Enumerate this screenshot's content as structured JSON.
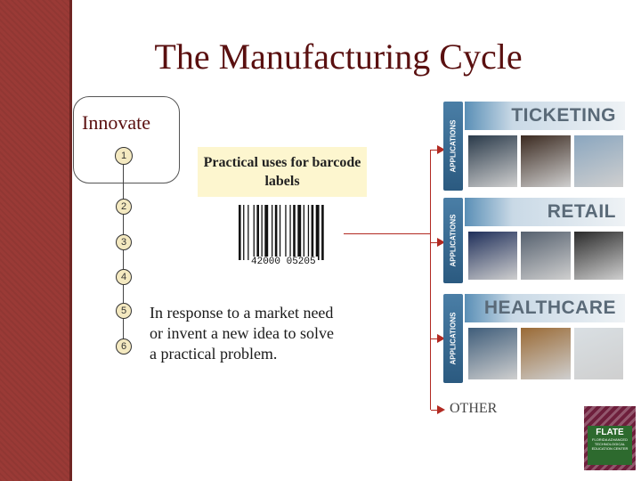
{
  "slide": {
    "title": "The Manufacturing Cycle",
    "stage_label": "Innovate",
    "steps": [
      "1",
      "2",
      "3",
      "4",
      "5",
      "6"
    ],
    "callout": "Practical uses for barcode labels",
    "barcode_number": "42000 05205",
    "description": "In response to a market need or invent a new idea to solve a practical problem."
  },
  "applications": {
    "cards": [
      {
        "side_label": "APPLICATIONS",
        "sub_label": "TICKETING",
        "title": "TICKETING",
        "photo_colors": [
          "#2a3a4a",
          "#3b2a20",
          "#8aa6bf"
        ]
      },
      {
        "side_label": "APPLICATIONS",
        "sub_label": "RETAIL",
        "title": "RETAIL",
        "photo_colors": [
          "#1f2f5a",
          "#55606e",
          "#2b2b2b"
        ]
      },
      {
        "side_label": "APPLICATIONS",
        "sub_label": "HEALTHCARE",
        "title": "HEALTHCARE",
        "photo_colors": [
          "#3f5d7a",
          "#9a6a35",
          "#d9dfe3"
        ]
      }
    ],
    "other_label": "OTHER"
  },
  "logo": {
    "brand": "FLATE",
    "tagline": "FLORIDA ADVANCED TECHNOLOGICAL EDUCATION CENTER"
  },
  "colors": {
    "sidebar": "#9a3a36",
    "title": "#5a1010",
    "connector": "#b22a22",
    "callout_bg": "#fdf6cf"
  }
}
